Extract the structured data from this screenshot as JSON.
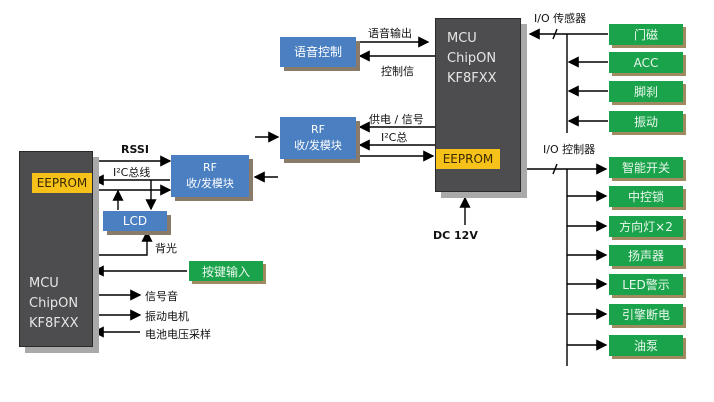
{
  "remote": {
    "mcu_lines": [
      "MCU",
      "ChipON",
      "KF8FXX"
    ],
    "eeprom": "EEPROM",
    "rf_module": {
      "line1": "RF",
      "line2": "收/发模块"
    },
    "lcd": "LCD",
    "key_input": "按键输入",
    "labels": {
      "rssi": "RSSI",
      "i2c_bus": "I²C总线",
      "backlight": "背光",
      "signal_tone": "信号音",
      "vibration_motor": "振动电机",
      "battery_sampling": "电池电压采样"
    }
  },
  "vehicle": {
    "mcu_lines": [
      "MCU",
      "ChipON",
      "KF8FXX"
    ],
    "eeprom": "EEPROM",
    "voice_control": "语音控制",
    "rf_module": {
      "line1": "RF",
      "line2": "收/发模块"
    },
    "labels": {
      "voice_output": "语音输出",
      "control_signal": "控制信",
      "power_signal": "供电 / 信号",
      "i2c_bus": "I²C总",
      "dc_power": "DC  12V"
    }
  },
  "io_sensors": {
    "label": "I/O 传感器",
    "items": [
      "门磁",
      "ACC",
      "脚刹",
      "振动"
    ]
  },
  "io_controllers": {
    "label": "I/O 控制器",
    "items": [
      "智能开关",
      "中控锁",
      "方向灯×2",
      "扬声器",
      "LED警示",
      "引擎断电",
      "油泵"
    ]
  },
  "colors": {
    "mcu": "#4d4d4f",
    "module_blue": "#4a7fc1",
    "io_green": "#1aa34a",
    "eeprom_yellow": "#f6c21a"
  }
}
